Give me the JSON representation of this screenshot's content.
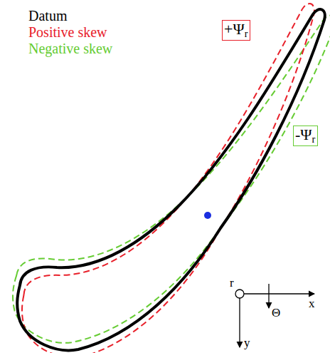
{
  "diagram": {
    "nodes": [
      {
        "text": [
          "+Ψr"
        ]
      },
      {
        "text": [
          "-Ψr"
        ]
      }
    ],
    "labels": [
      "r",
      "x",
      "Θ",
      "y"
    ],
    "legend": [
      {
        "text": "Datum",
        "color": "#000000"
      },
      {
        "text": "Positive skew",
        "color": "#e8202a"
      },
      {
        "text": "Negative skew",
        "color": "#66cc33"
      }
    ]
  }
}
